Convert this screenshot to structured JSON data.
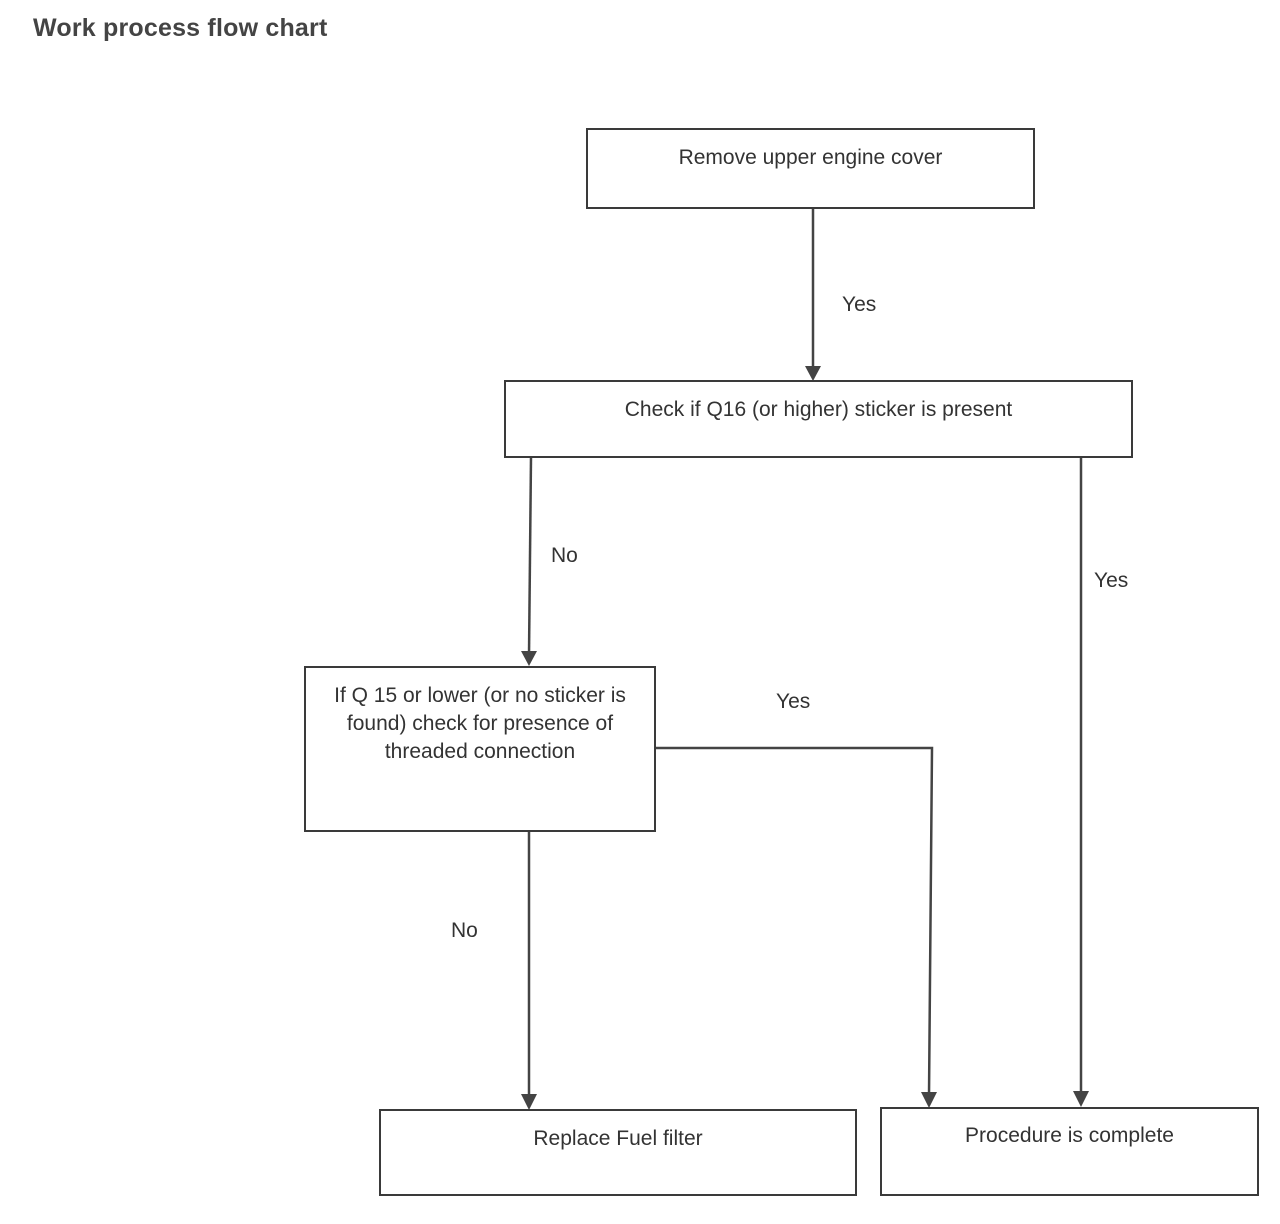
{
  "title": "Work process flow chart",
  "nodes": {
    "remove_cover": "Remove upper engine cover",
    "check_q16": "Check if Q16 (or higher) sticker is present",
    "check_threaded": "If Q 15 or lower (or no sticker is found) check for presence of threaded connection",
    "replace_filter": "Replace Fuel filter",
    "complete": "Procedure is complete"
  },
  "edges": [
    {
      "from": "remove_cover",
      "to": "check_q16",
      "label": "Yes"
    },
    {
      "from": "check_q16",
      "to": "check_threaded",
      "label": "No"
    },
    {
      "from": "check_q16",
      "to": "complete",
      "label": "Yes"
    },
    {
      "from": "check_threaded",
      "to": "complete",
      "label": "Yes"
    },
    {
      "from": "check_threaded",
      "to": "replace_filter",
      "label": "No"
    }
  ]
}
